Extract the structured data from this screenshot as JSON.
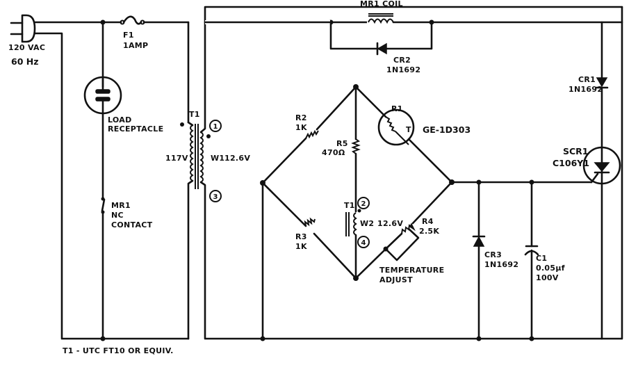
{
  "diagram": {
    "type": "circuit-schematic",
    "title": "SCR temperature control circuit",
    "footnote": "T1 - UTC FT10 OR EQUIV.",
    "power_source": {
      "label_line1": "120 VAC",
      "label_line2": "60 Hz"
    },
    "components": {
      "f1": {
        "ref": "F1",
        "value": "1AMP"
      },
      "load": {
        "label_line1": "LOAD",
        "label_line2": "RECEPTACLE"
      },
      "mr1_contact": {
        "line1": "MR1",
        "line2": "NC",
        "line3": "CONTACT"
      },
      "t1_primary": {
        "ref": "T1",
        "voltage": "117V"
      },
      "t1_w1": {
        "ref": "W1",
        "voltage": "12.6V",
        "pin_top": "1",
        "pin_bottom": "3"
      },
      "t1_w2": {
        "ref": "T1",
        "winding": "W2",
        "voltage": "12.6V",
        "pin_top": "2",
        "pin_bottom": "4"
      },
      "mr1_coil": {
        "label": "MR1 COIL"
      },
      "cr2": {
        "ref": "CR2",
        "value": "1N1692"
      },
      "cr1": {
        "ref": "CR1",
        "value": "1N1692"
      },
      "r1": {
        "ref": "R1",
        "value": "GE-1D303",
        "symbol": "T"
      },
      "r2": {
        "ref": "R2",
        "value": "1K"
      },
      "r3": {
        "ref": "R3",
        "value": "1K"
      },
      "r5": {
        "ref": "R5",
        "value": "470Ω"
      },
      "r4": {
        "ref": "R4",
        "value": "2.5K",
        "label_line1": "TEMPERATURE",
        "label_line2": "ADJUST"
      },
      "scr1": {
        "ref": "SCR1",
        "value": "C106Y1"
      },
      "cr3": {
        "ref": "CR3",
        "value": "1N1692"
      },
      "c1": {
        "ref": "C1",
        "value": "0.05μf",
        "voltage": "100V"
      }
    }
  }
}
